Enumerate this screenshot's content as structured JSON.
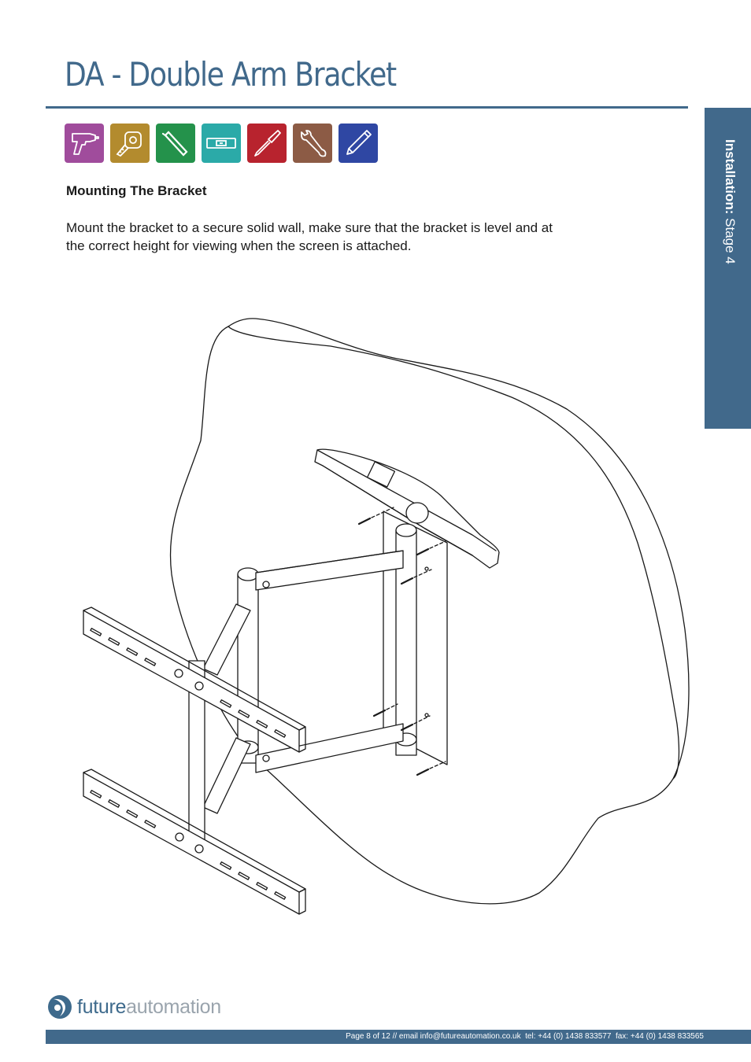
{
  "page": {
    "title": "DA - Double Arm Bracket",
    "side_tab": {
      "label_bold": "Installation:",
      "label_rest": " Stage  4"
    }
  },
  "tools": [
    {
      "icon": "drill-icon",
      "color": "#a04c9c"
    },
    {
      "icon": "tape-measure-icon",
      "color": "#b38b2e"
    },
    {
      "icon": "allen-key-icon",
      "color": "#24924b"
    },
    {
      "icon": "spirit-level-icon",
      "color": "#2baaa8"
    },
    {
      "icon": "screwdriver-icon",
      "color": "#b8232e"
    },
    {
      "icon": "wrench-icon",
      "color": "#8c5b45"
    },
    {
      "icon": "pencil-icon",
      "color": "#2f47a3"
    }
  ],
  "content": {
    "heading": "Mounting The Bracket",
    "body": "Mount the bracket to a secure solid wall, make sure that the bracket is level and at the correct height for viewing when the screen is attached."
  },
  "logo": {
    "part1": "future",
    "part2": "automation"
  },
  "footer": {
    "text": "Page 8 of 12 // email info@futureautomation.co.uk  tel: +44 (0) 1438 833577  fax: +44 (0) 1438 833565"
  },
  "colors": {
    "accent": "#41698b"
  }
}
